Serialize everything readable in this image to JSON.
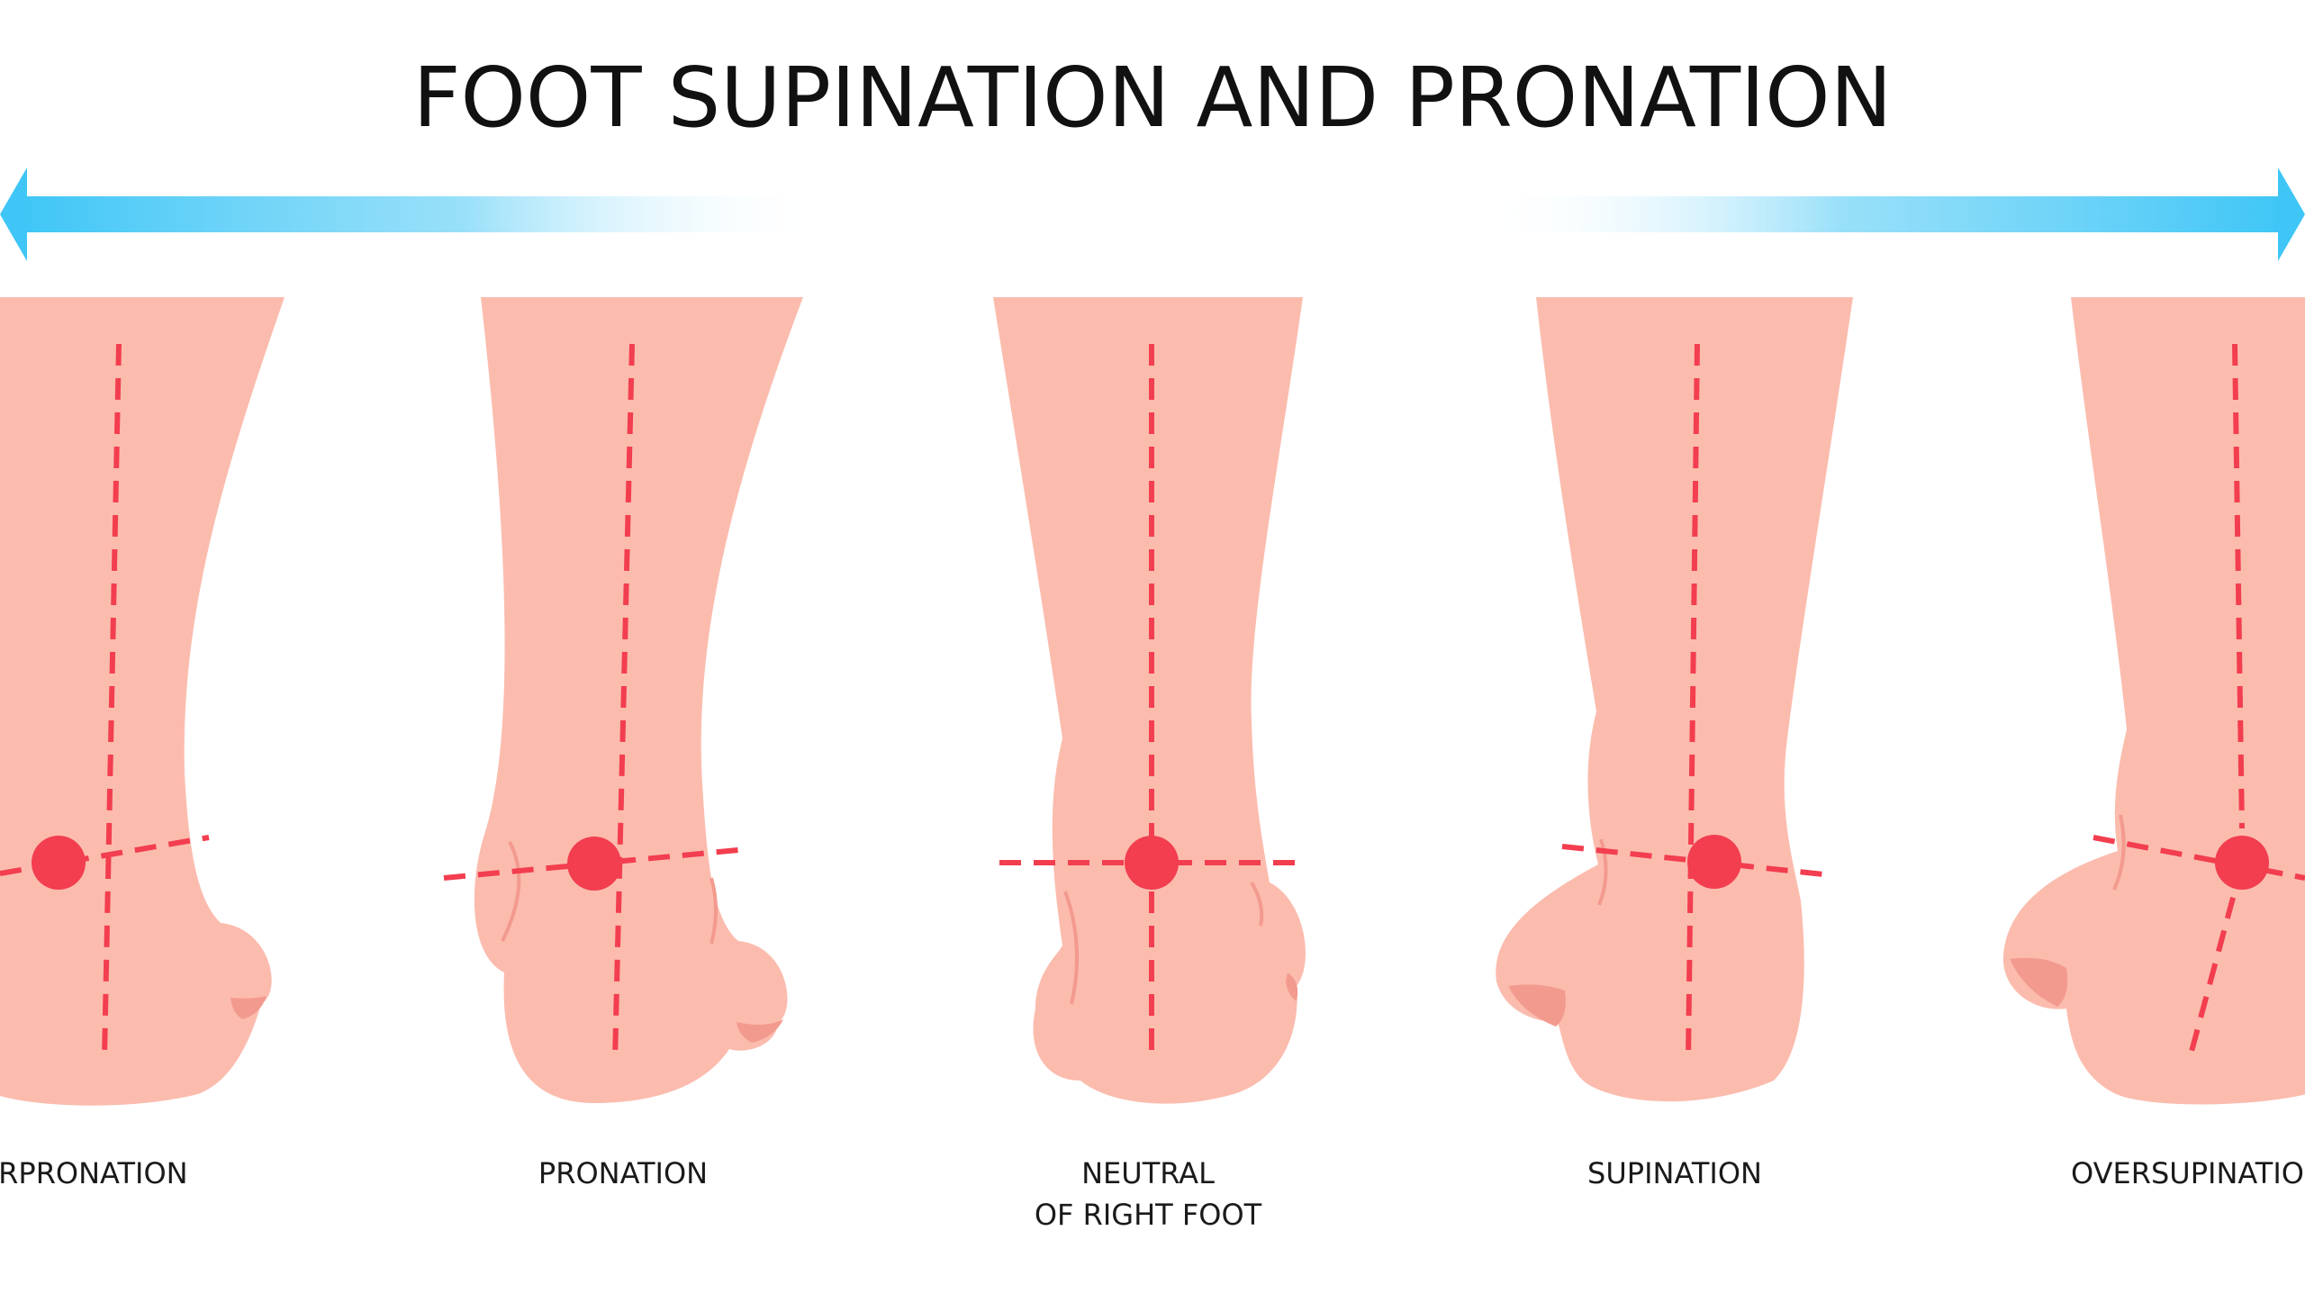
{
  "title": "FOOT SUPINATION AND PRONATION",
  "colors": {
    "skin": "#fbbcae",
    "skin_dark": "#f39a8e",
    "marker": "#f23e4f",
    "arrow": "#3fc6f6",
    "text": "#111111"
  },
  "feet": [
    {
      "id": "overpronation",
      "label_lines": [
        "OVERPRONATION"
      ]
    },
    {
      "id": "pronation",
      "label_lines": [
        "PRONATION"
      ]
    },
    {
      "id": "neutral",
      "label_lines": [
        "NEUTRAL",
        "OF RIGHT FOOT"
      ]
    },
    {
      "id": "supination",
      "label_lines": [
        "SUPINATION"
      ]
    },
    {
      "id": "oversupination",
      "label_lines": [
        "OVERSUPINATION"
      ]
    }
  ]
}
